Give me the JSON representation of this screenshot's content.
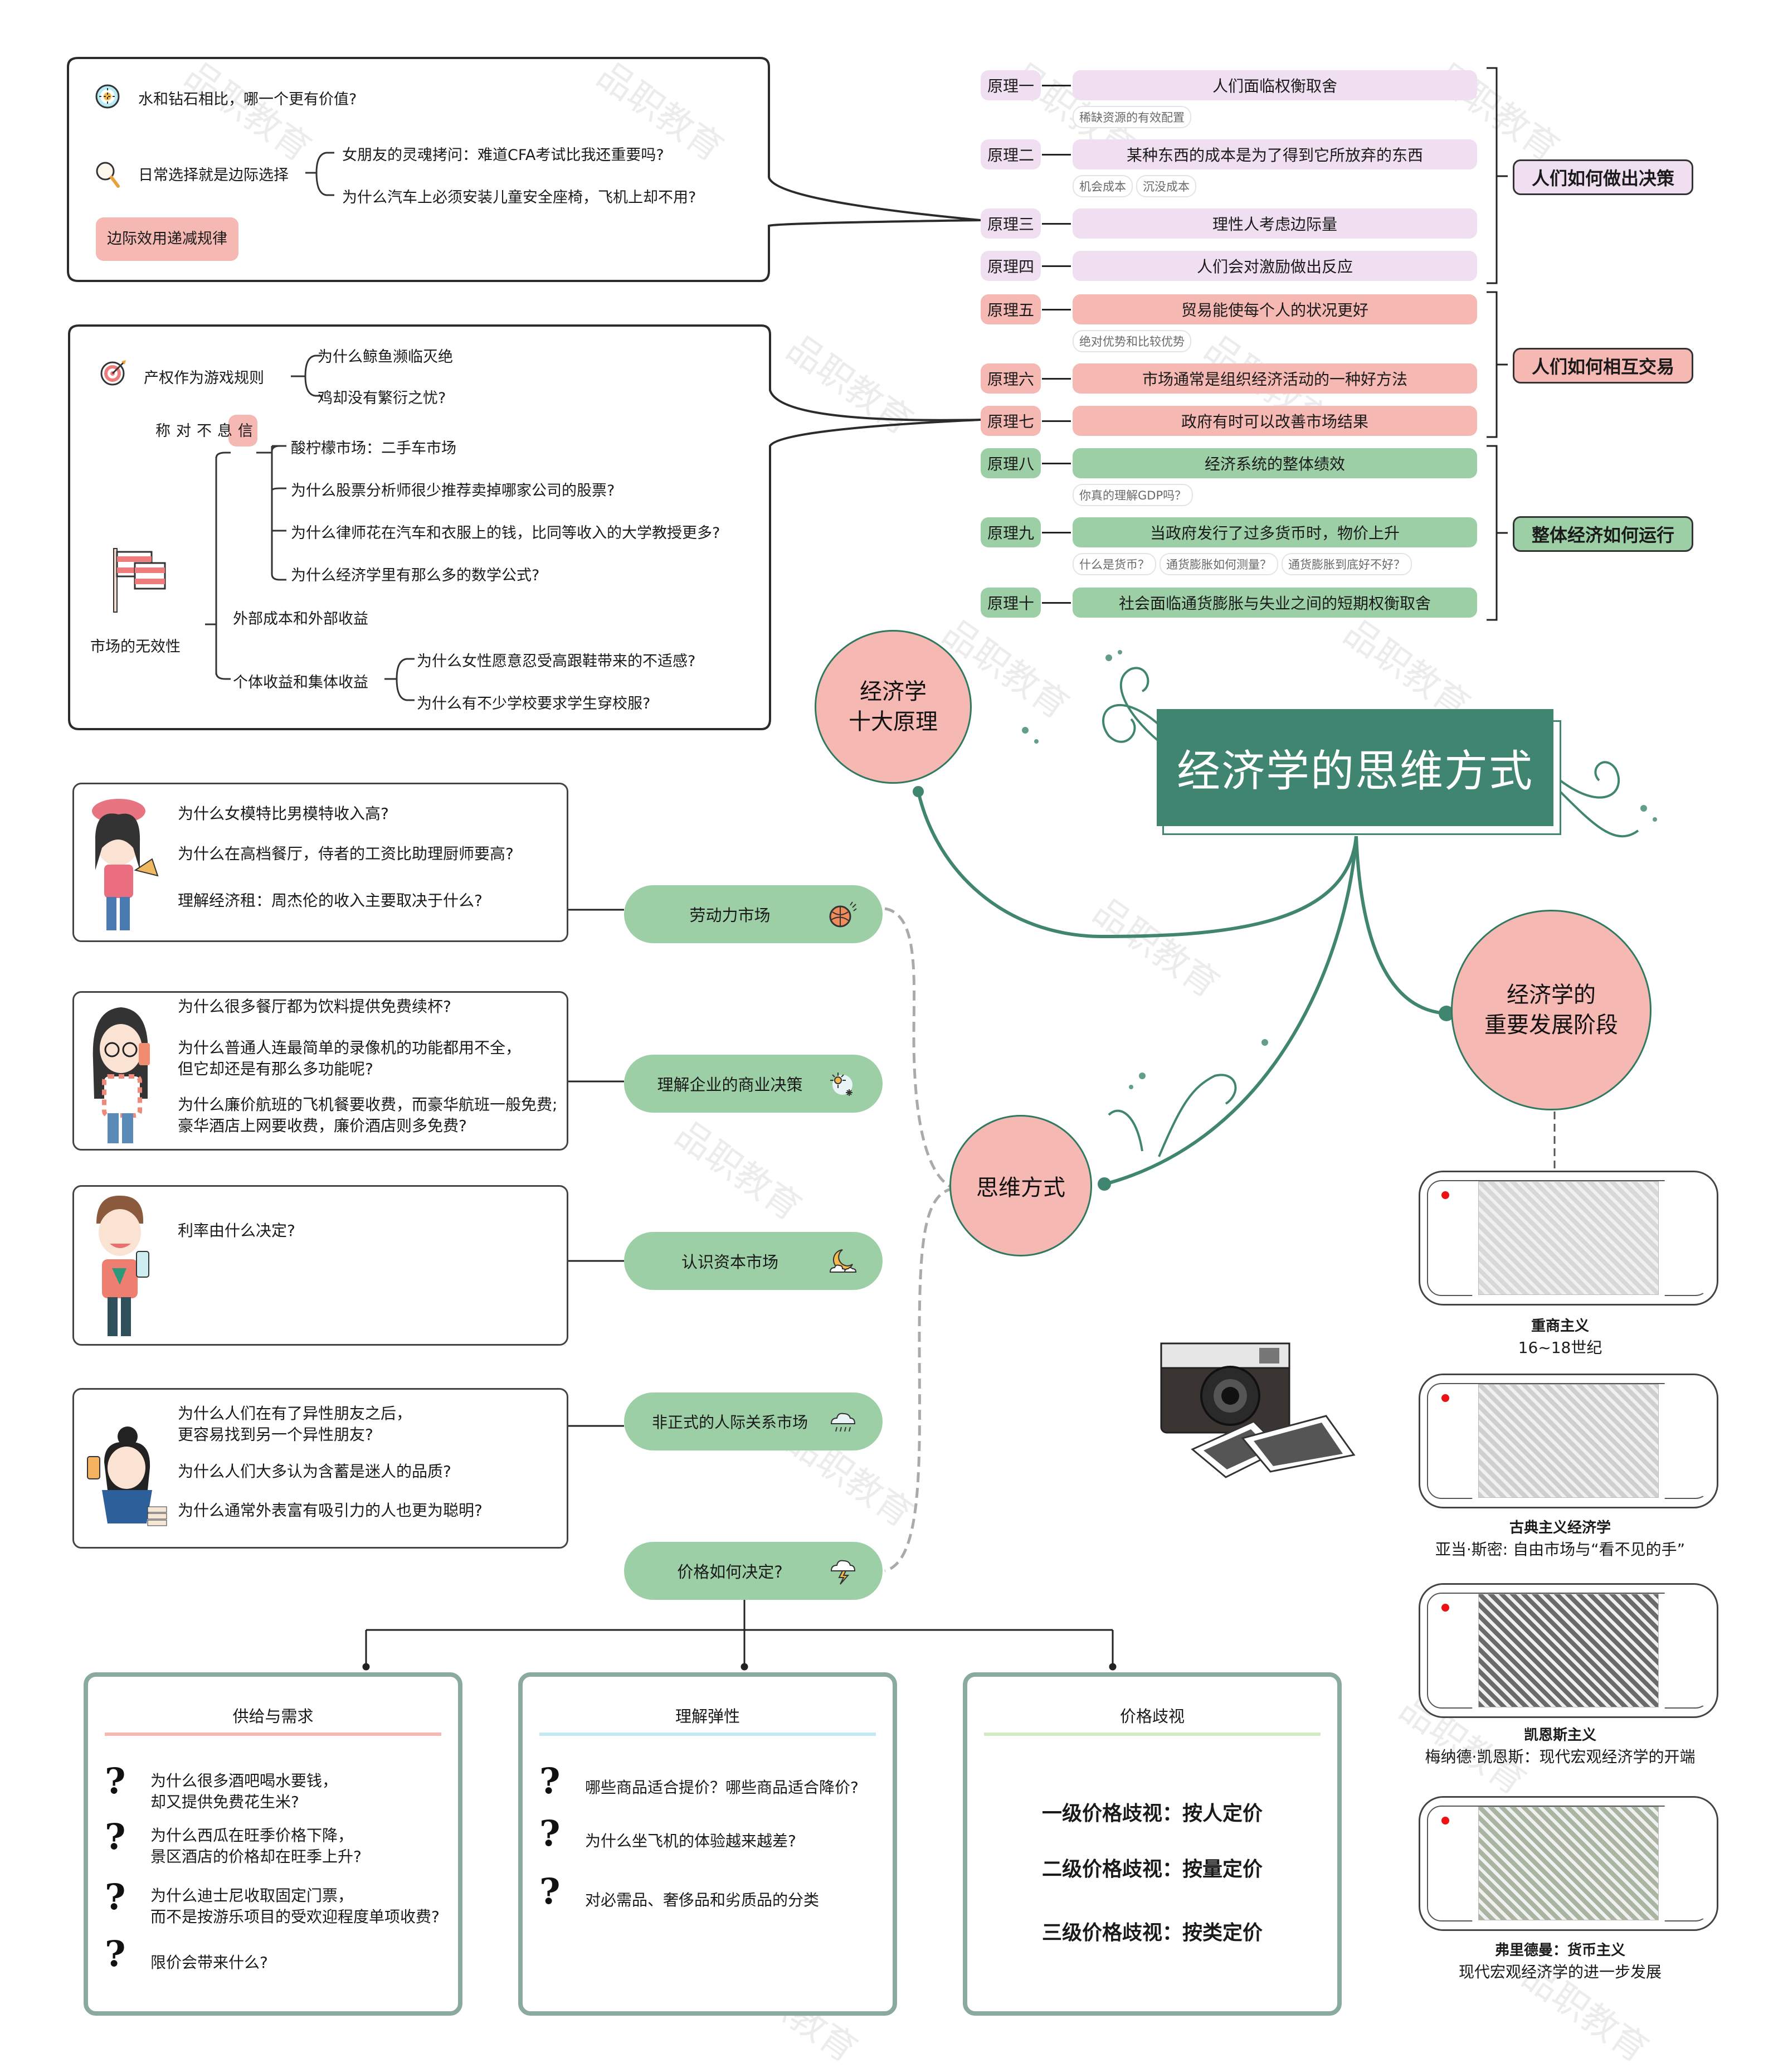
{
  "title": "经济学的思维方式",
  "watermark": "品职教育",
  "colors": {
    "primary_green": "#3f8570",
    "pink": "#f5b8b3",
    "light_purple": "#f0dff0",
    "mint": "#9ccfa6",
    "card_border": "#8aaa9e"
  },
  "callout_top": {
    "items": [
      {
        "icon": "compass-icon",
        "text": "水和钻石相比，哪一个更有价值?"
      },
      {
        "icon": "magnifier-icon",
        "text": "日常选择就是边际选择",
        "children": [
          "女朋友的灵魂拷问：难道CFA考试比我还重要吗?",
          "为什么汽车上必须安装儿童安全座椅，飞机上却不用?"
        ]
      }
    ],
    "highlight": "边际效用递减规律"
  },
  "callout_market": {
    "property_rights": {
      "icon": "target-icon",
      "text": "产权作为游戏规则",
      "children": [
        "为什么鲸鱼濒临灭绝",
        "鸡却没有繁衍之忧?"
      ]
    },
    "root": {
      "icon": "flag-icon",
      "text": "市场的无效性"
    },
    "info_asym": {
      "label": "信息不对称",
      "children": [
        "酸柠檬市场：二手车市场",
        "为什么股票分析师很少推荐卖掉哪家公司的股票?",
        "为什么律师花在汽车和衣服上的钱，比同等收入的大学教授更多?",
        "为什么经济学里有那么多的数学公式?"
      ]
    },
    "externality": "外部成本和外部收益",
    "collective": {
      "text": "个体收益和集体收益",
      "children": [
        "为什么女性愿意忍受高跟鞋带来的不适感?",
        "为什么有不少学校要求学生穿校服?"
      ]
    }
  },
  "principles": {
    "items": [
      {
        "label": "原理一",
        "text": "人们面临权衡取舍",
        "tags": [
          "稀缺资源的有效配置"
        ],
        "group": 0
      },
      {
        "label": "原理二",
        "text": "某种东西的成本是为了得到它所放弃的东西",
        "tags": [
          "机会成本",
          "沉没成本"
        ],
        "group": 0
      },
      {
        "label": "原理三",
        "text": "理性人考虑边际量",
        "tags": [],
        "group": 0
      },
      {
        "label": "原理四",
        "text": "人们会对激励做出反应",
        "tags": [],
        "group": 0
      },
      {
        "label": "原理五",
        "text": "贸易能使每个人的状况更好",
        "tags": [
          "绝对优势和比较优势"
        ],
        "group": 1
      },
      {
        "label": "原理六",
        "text": "市场通常是组织经济活动的一种好方法",
        "tags": [],
        "group": 1
      },
      {
        "label": "原理七",
        "text": "政府有时可以改善市场结果",
        "tags": [],
        "group": 1
      },
      {
        "label": "原理八",
        "text": "经济系统的整体绩效",
        "tags": [
          "你真的理解GDP吗？"
        ],
        "group": 2
      },
      {
        "label": "原理九",
        "text": "当政府发行了过多货币时，物价上升",
        "tags": [
          "什么是货币？",
          "通货膨胀如何测量？",
          "通货膨胀到底好不好？"
        ],
        "group": 2
      },
      {
        "label": "原理十",
        "text": "社会面临通货膨胀与失业之间的短期权衡取舍",
        "tags": [],
        "group": 2
      }
    ],
    "groups": [
      "人们如何做出决策",
      "人们如何相互交易",
      "整体经济如何运行"
    ]
  },
  "nodes": {
    "ten_principles": "经济学\n十大原理",
    "thinking": "思维方式",
    "stages": "经济学的\n重要发展阶段"
  },
  "thinking_branches": [
    {
      "label": "劳动力市场",
      "icon": "basketball-icon",
      "questions": [
        "为什么女模特比男模特收入高?",
        "为什么在高档餐厅，侍者的工资比助理厨师要高?",
        "理解经济租：周杰伦的收入主要取决于什么?"
      ]
    },
    {
      "label": "理解企业的商业决策",
      "icon": "snow-sun-icon",
      "questions": [
        "为什么很多餐厅都为饮料提供免费续杯?",
        "为什么普通人连最简单的录像机的功能都用不全，\n但它却还是有那么多功能呢?",
        "为什么廉价航班的飞机餐要收费，而豪华航班一般免费;\n豪华酒店上网要收费，廉价酒店则多免费?"
      ]
    },
    {
      "label": "认识资本市场",
      "icon": "moon-cloud-icon",
      "questions": [
        "利率由什么决定?"
      ]
    },
    {
      "label": "非正式的人际关系市场",
      "icon": "rain-cloud-icon",
      "questions": [
        "为什么人们在有了异性朋友之后，\n更容易找到另一个异性朋友?",
        "为什么人们大多认为含蓄是迷人的品质?",
        "为什么通常外表富有吸引力的人也更为聪明?"
      ]
    },
    {
      "label": "价格如何决定?",
      "icon": "thunder-cloud-icon",
      "questions": []
    }
  ],
  "price_cards": [
    {
      "title": "供给与需求",
      "accent": "#f5b8b3",
      "questions": [
        "为什么很多酒吧喝水要钱，\n却又提供免费花生米?",
        "为什么西瓜在旺季价格下降，\n景区酒店的价格却在旺季上升?",
        "为什么迪士尼收取固定门票，\n而不是按游乐项目的受欢迎程度单项收费?",
        "限价会带来什么?"
      ]
    },
    {
      "title": "理解弹性",
      "accent": "#c6e8f2",
      "questions": [
        "哪些商品适合提价？哪些商品适合降价?",
        "为什么坐飞机的体验越来越差?",
        "对必需品、奢侈品和劣质品的分类"
      ]
    },
    {
      "title": "价格歧视",
      "accent": "#d4eac4",
      "levels": [
        "一级价格歧视：按人定价",
        "二级价格歧视：按量定价",
        "三级价格歧视：按类定价"
      ]
    }
  ],
  "stages": [
    {
      "title": "重商主义",
      "subtitle": "16~18世纪",
      "image": "free-trade-cartoon"
    },
    {
      "title": "古典主义经济学",
      "subtitle": "亚当·斯密: 自由市场与“看不见的手”",
      "image": "adam-smith-portrait"
    },
    {
      "title": "凯恩斯主义",
      "subtitle": "梅纳德·凯恩斯：现代宏观经济学的开端",
      "image": "keynes-photo"
    },
    {
      "title": "弗里德曼：货币主义",
      "subtitle": "现代宏观经济学的进一步发展",
      "image": "money-stacks-photo"
    }
  ]
}
